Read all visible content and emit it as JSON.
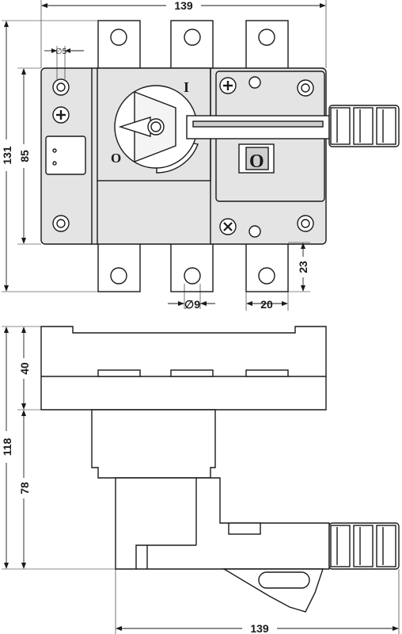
{
  "dimensions": {
    "top_width": "139",
    "overall_height": "131",
    "body_height": "85",
    "small_hole": "∅5",
    "terminal_hole": "∅9",
    "terminal_width": "20",
    "terminal_length": "23",
    "side_top_height": "40",
    "side_overall_height": "118",
    "side_lower_height": "78",
    "bottom_width": "139"
  },
  "positions": {
    "on_label": "I",
    "off_label": "O",
    "window_label": "O"
  },
  "icons": {
    "screw_plus": "screw-plus-icon",
    "screw_cross": "screw-cross-icon",
    "terminal_hole": "terminal-hole-icon"
  }
}
